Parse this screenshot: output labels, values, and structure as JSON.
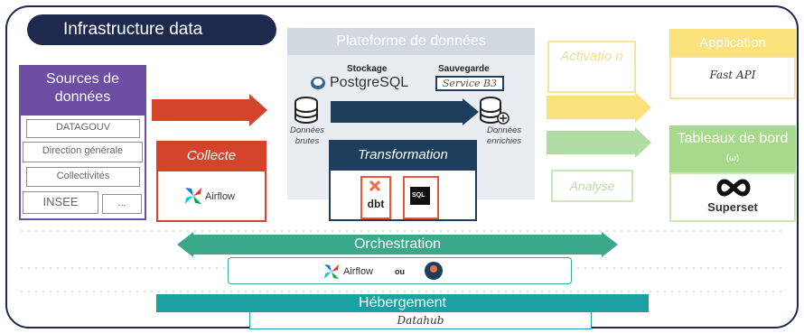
{
  "title": "Infrastructure data",
  "sources": {
    "heading": "Sources de données",
    "items": [
      "DATAGOUV",
      "Direction générale",
      "Collectivités",
      "INSEE",
      "..."
    ]
  },
  "collecte": {
    "heading": "Collecte",
    "tool": "Airflow"
  },
  "plateforme": {
    "heading": "Plateforme de données",
    "stockage_label": "Stockage",
    "stockage_tool": "PostgreSQL",
    "sauvegarde_label": "Sauvegarde",
    "sauvegarde_tool": "Service B3",
    "raw_label": "Données brutes",
    "enriched_label": "Données enrichies"
  },
  "transformation": {
    "heading": "Transformation",
    "tool1": "dbt",
    "tool2": "SQL"
  },
  "activation": {
    "label": "Activatio n"
  },
  "analyse": {
    "label": "Analyse"
  },
  "application": {
    "heading": "Application",
    "tool": "Fast API"
  },
  "tableaux": {
    "heading": "Tableaux de bord",
    "suffix": "(ω)",
    "tool": "Superset"
  },
  "orchestration": {
    "heading": "Orchestration",
    "tool": "Airflow",
    "or": "ou"
  },
  "hebergement": {
    "heading": "Hébergement",
    "tool": "Datahub"
  },
  "colors": {
    "navy": "#1d2a4d",
    "purple": "#6c4fa3",
    "red": "#d4432b",
    "teal": "#1d3e5c",
    "green": "#3aa88a",
    "cyan": "#1ba1a1",
    "yellow": "#f6c90e",
    "lightgreen": "#a6d98a"
  }
}
